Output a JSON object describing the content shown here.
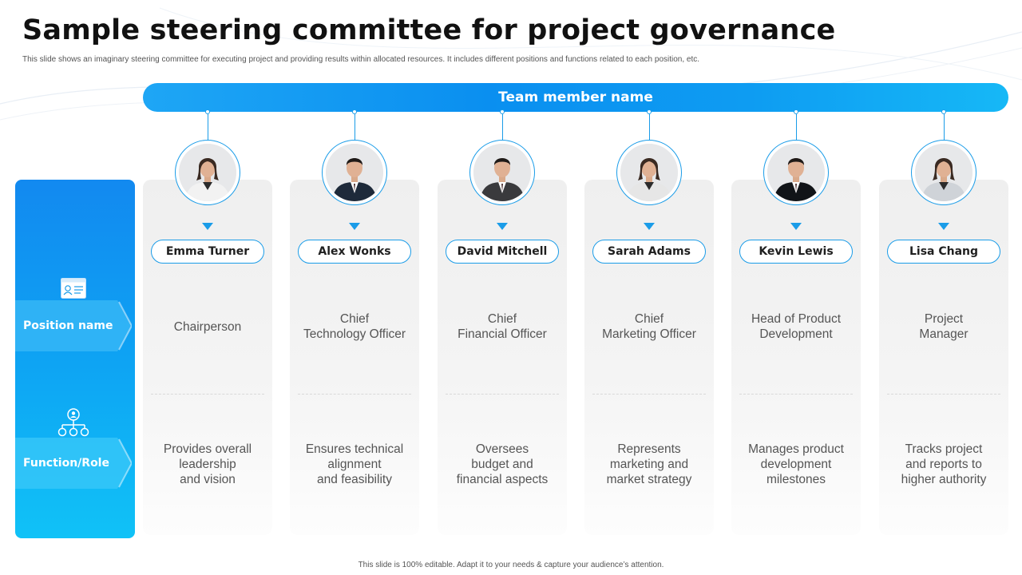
{
  "title": "Sample steering committee for project governance",
  "subtitle": "This slide shows an imaginary steering committee for executing project and providing results within allocated resources. It includes different positions and functions related to each position, etc.",
  "team_bar_label": "Team member name",
  "rows": {
    "position_label": "Position name",
    "function_label": "Function/Role",
    "position_icon": "id-card-icon",
    "function_icon": "org-hierarchy-icon"
  },
  "members": [
    {
      "name": "Emma Turner",
      "position": "Chairperson",
      "function": "Provides overall\nleadership\nand vision",
      "gender": "female",
      "suit": "#f2f2f2"
    },
    {
      "name": "Alex Wonks",
      "position": "Chief\nTechnology Officer",
      "function": "Ensures technical\nalignment\nand feasibility",
      "gender": "male",
      "suit": "#1e2a3a"
    },
    {
      "name": "David Mitchell",
      "position": "Chief\nFinancial Officer",
      "function": "Oversees\nbudget and\nfinancial aspects",
      "gender": "male",
      "suit": "#3a3a3d"
    },
    {
      "name": "Sarah Adams",
      "position": "Chief\nMarketing Officer",
      "function": "Represents\nmarketing and\nmarket strategy",
      "gender": "female",
      "suit": "#e6e6e6"
    },
    {
      "name": "Kevin Lewis",
      "position": "Head of Product\nDevelopment",
      "function": "Manages product\ndevelopment\nmilestones",
      "gender": "male",
      "suit": "#111418"
    },
    {
      "name": "Lisa Chang",
      "position": "Project\nManager",
      "function": "Tracks project\nand reports to\nhigher authority",
      "gender": "female",
      "suit": "#cfd3d8"
    }
  ],
  "footer": "This slide is 100% editable. Adapt it to your needs & capture your audience’s attention.",
  "colors": {
    "accent": "#1a9ce8",
    "bar": "#0a8ff0",
    "column_bg": "#f2f2f2"
  }
}
